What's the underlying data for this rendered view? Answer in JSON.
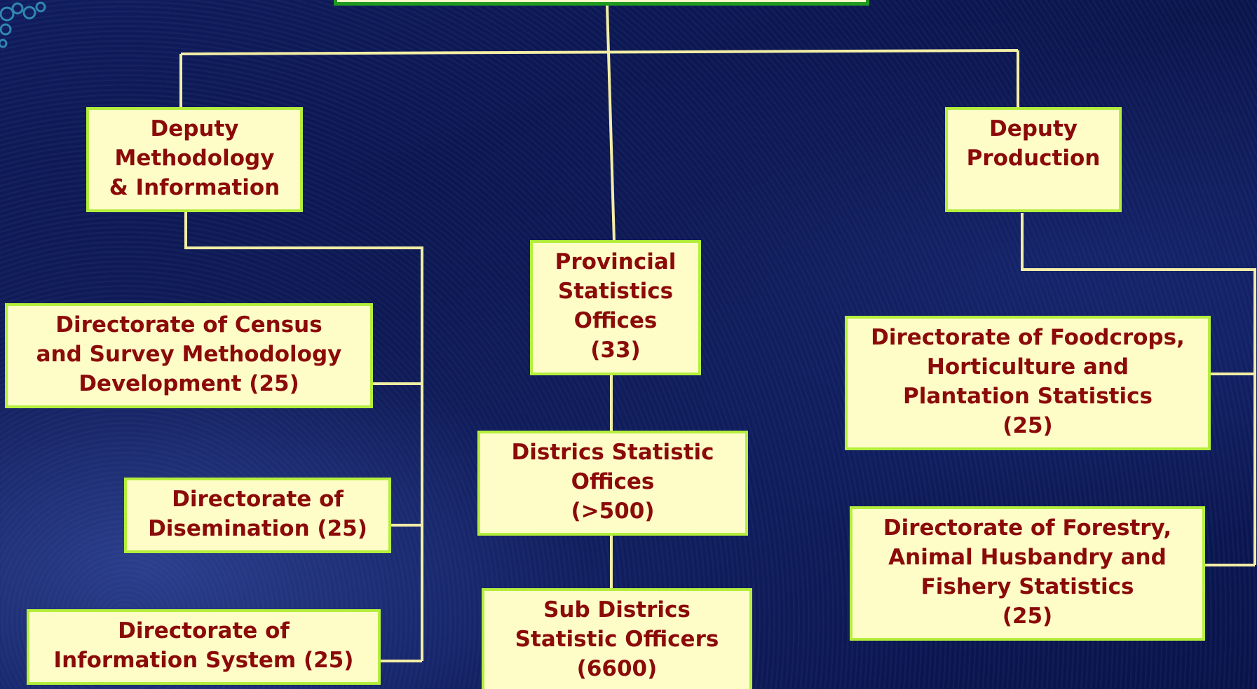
{
  "colors": {
    "background": "#0b1752",
    "box_fill": "#fefdc8",
    "box_border": "#b4ee3c",
    "text": "#8b0a0a",
    "connector": "#f3eea6",
    "top_box_border": "#1f9a1f"
  },
  "nodes": {
    "deputy_methodology": "Deputy\nMethodology\n& Information",
    "deputy_production": "Deputy\nProduction",
    "provincial_offices": "Provincial\nStatistics\nOffices\n(33)",
    "district_offices": "Districs Statistic\nOffices\n(>500)",
    "sub_district_officers": "Sub Districs\nStatistic Officers\n(6600)",
    "dir_census": "Directorate of Census\nand Survey Methodology\nDevelopment (25)",
    "dir_dissemination": "Directorate of\nDisemination (25)",
    "dir_information_system": "Directorate of\nInformation System (25)",
    "dir_foodcrops": "Directorate of Foodcrops,\nHorticulture and\nPlantation Statistics\n(25)",
    "dir_forestry": "Directorate of Forestry,\nAnimal Husbandry and\nFishery Statistics\n(25)"
  }
}
